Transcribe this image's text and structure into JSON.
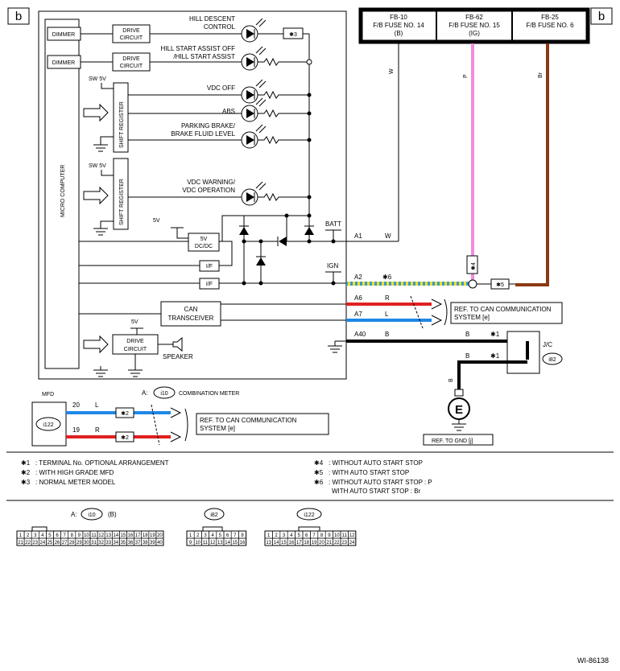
{
  "corner_label": "b",
  "diagram_code": "WI-86138",
  "fuses": [
    {
      "id": "FB-10",
      "name": "F/B FUSE NO. 14",
      "circuit": "(B)",
      "wire": "W"
    },
    {
      "id": "FB-62",
      "name": "F/B FUSE NO. 15",
      "circuit": "(IG)",
      "wire": "P"
    },
    {
      "id": "FB-25",
      "name": "F/B FUSE NO. 6",
      "circuit": "",
      "wire": "Br"
    }
  ],
  "meter": {
    "micro_computer": "MICRO COMPUTER",
    "dimmer": "DIMMER",
    "drive_circuit_l1": "DRIVE",
    "drive_circuit_l2": "CIRCUIT",
    "sw5v": "SW 5V",
    "shift_register": "SHIFT REGISTER",
    "five_v": "5V",
    "dcdc_l1": "5V",
    "dcdc_l2": "DC/DC",
    "if": "I/F",
    "can_l1": "CAN",
    "can_l2": "TRANSCEIVER",
    "speaker": "SPEAKER",
    "batt": "BATT",
    "ign": "IGN",
    "star3": "✱3",
    "lamps": {
      "hill_descent_l1": "HILL DESCENT",
      "hill_descent_l2": "CONTROL",
      "hill_start_l1": "HILL START ASSIST OFF",
      "hill_start_l2": "/HILL START ASSIST",
      "vdc_off": "VDC OFF",
      "abs": "ABS",
      "parking_l1": "PARKING BRAKE/",
      "parking_l2": "BRAKE FLUID LEVEL",
      "vdc_warning_l1": "VDC WARNING/",
      "vdc_warning_l2": "VDC OPERATION"
    }
  },
  "pins": {
    "a1": "A1",
    "a2": "A2",
    "a6": "A6",
    "a7": "A7",
    "a40": "A40"
  },
  "wires": {
    "w": "W",
    "r": "R",
    "l": "L",
    "b": "B",
    "star6": "✱6",
    "star4": "✱4",
    "star5": "✱5",
    "star1": "✱1",
    "star2": "✱2"
  },
  "references": {
    "can_l1": "REF. TO CAN COMMUNICATION",
    "can_l2": "SYSTEM [e]",
    "gnd": "REF. TO GND [j]"
  },
  "jc": {
    "label": "J/C",
    "connector": "i82"
  },
  "ground_e": "E",
  "mfd": {
    "label": "MFD",
    "connector": "i122",
    "pin20": "20",
    "pin19": "19"
  },
  "combination_meter": {
    "prefix": "A:",
    "connector": "i10",
    "label": "COMBINATION METER"
  },
  "notes_left": [
    {
      "mark": "✱1",
      "text": ": TERMINAL No. OPTIONAL ARRANGEMENT"
    },
    {
      "mark": "✱2",
      "text": ": WITH HIGH GRADE MFD"
    },
    {
      "mark": "✱3",
      "text": ": NORMAL METER MODEL"
    }
  ],
  "notes_right": [
    {
      "mark": "✱4",
      "text": ": WITHOUT AUTO START STOP"
    },
    {
      "mark": "✱5",
      "text": ": WITH AUTO START STOP"
    },
    {
      "mark": "✱6",
      "text": ": WITHOUT AUTO START STOP  : P"
    },
    {
      "mark": "",
      "text": "WITH AUTO START STOP  : Br"
    }
  ],
  "connectors": {
    "i10": {
      "prefix": "A:",
      "name": "i10",
      "suffix": "(B)",
      "top": [
        "1",
        "2",
        "3",
        "4",
        "5",
        "6",
        "7",
        "8",
        "9",
        "10",
        "11",
        "12",
        "13",
        "14",
        "15",
        "16",
        "17",
        "18",
        "19",
        "20"
      ],
      "bottom": [
        "21",
        "22",
        "23",
        "24",
        "25",
        "26",
        "27",
        "28",
        "29",
        "30",
        "31",
        "32",
        "33",
        "34",
        "35",
        "36",
        "37",
        "38",
        "39",
        "40"
      ]
    },
    "i82": {
      "name": "i82",
      "top": [
        "1",
        "2",
        "3",
        "4",
        "5",
        "6",
        "7",
        "8"
      ],
      "bottom": [
        "9",
        "10",
        "11",
        "12",
        "13",
        "14",
        "15",
        "16"
      ]
    },
    "i122": {
      "name": "i122",
      "top": [
        "1",
        "2",
        "3",
        "4",
        "5",
        "6",
        "7",
        "8",
        "9",
        "10",
        "11",
        "12"
      ],
      "bottom": [
        "13",
        "14",
        "15",
        "16",
        "17",
        "18",
        "19",
        "20",
        "21",
        "22",
        "23",
        "24"
      ]
    }
  },
  "colors": {
    "blue": "#1e88e5",
    "red": "#e02020",
    "pink": "#f08ce0",
    "brown": "#8b3a14",
    "yellow": "#f0e020",
    "black": "#000000"
  }
}
